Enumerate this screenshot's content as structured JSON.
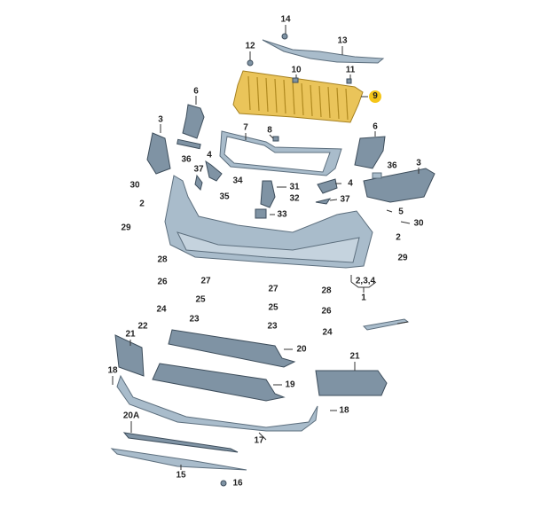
{
  "diagram": {
    "title": "Front bumper exploded parts diagram",
    "highlight_color": "#f5c518",
    "highlighted_part": "9",
    "labels": [
      "14",
      "13",
      "12",
      "10",
      "11",
      "9",
      "6",
      "3",
      "7",
      "8",
      "6",
      "36",
      "4",
      "37",
      "3",
      "36",
      "30",
      "34",
      "31",
      "4",
      "35",
      "32",
      "37",
      "2",
      "5",
      "33",
      "30",
      "2",
      "29",
      "29",
      "28",
      "2,3,4",
      "1",
      "26",
      "27",
      "27",
      "28",
      "25",
      "25",
      "26",
      "24",
      "23",
      "23",
      "24",
      "22",
      "21",
      "20",
      "21",
      "19",
      "18",
      "18",
      "20A",
      "17",
      "15",
      "16"
    ]
  }
}
